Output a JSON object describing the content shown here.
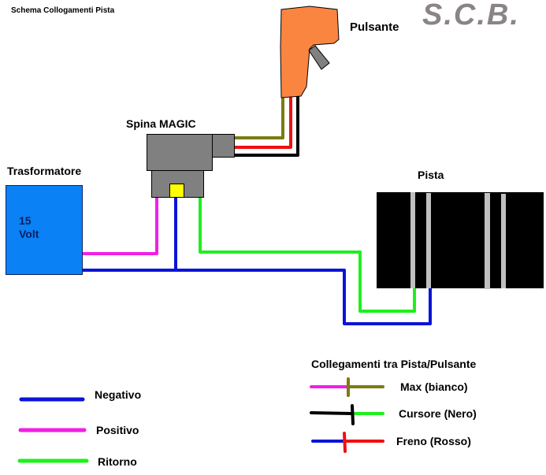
{
  "title": "Schema  Collogamenti Pista",
  "brand": "S.C.B.",
  "components": {
    "pulsante": "Pulsante",
    "spina": "Spina MAGIC",
    "trasformatore": "Trasformatore",
    "voltage": "15\nVolt",
    "pista": "Pista"
  },
  "colors": {
    "negativo": "#0a14d8",
    "positivo": "#f21ee6",
    "ritorno": "#1ef01e",
    "max_wire": "#7d7a12",
    "freno_wire": "#ee1010",
    "cursore_wire": "#000000",
    "transformer": "#0a82f5",
    "controller": "#fa8540",
    "plug": "#808080",
    "plug_pin": "#ffff00",
    "track": "#000000",
    "rail": "#c0c0c0"
  },
  "legend_main": [
    {
      "label": "Negativo",
      "color": "#0a14d8"
    },
    {
      "label": "Positivo",
      "color": "#f21ee6"
    },
    {
      "label": "Ritorno",
      "color": "#1ef01e"
    }
  ],
  "legend_pulsante": {
    "title": "Collegamenti tra Pista/Pulsante",
    "items": [
      {
        "label": "Max (bianco)",
        "left": "#f21ee6",
        "right": "#7d7a12"
      },
      {
        "label": "Cursore (Nero)",
        "left": "#000000",
        "right": "#1ef01e"
      },
      {
        "label": "Freno (Rosso)",
        "left": "#0a14d8",
        "right": "#ee1010"
      }
    ]
  }
}
